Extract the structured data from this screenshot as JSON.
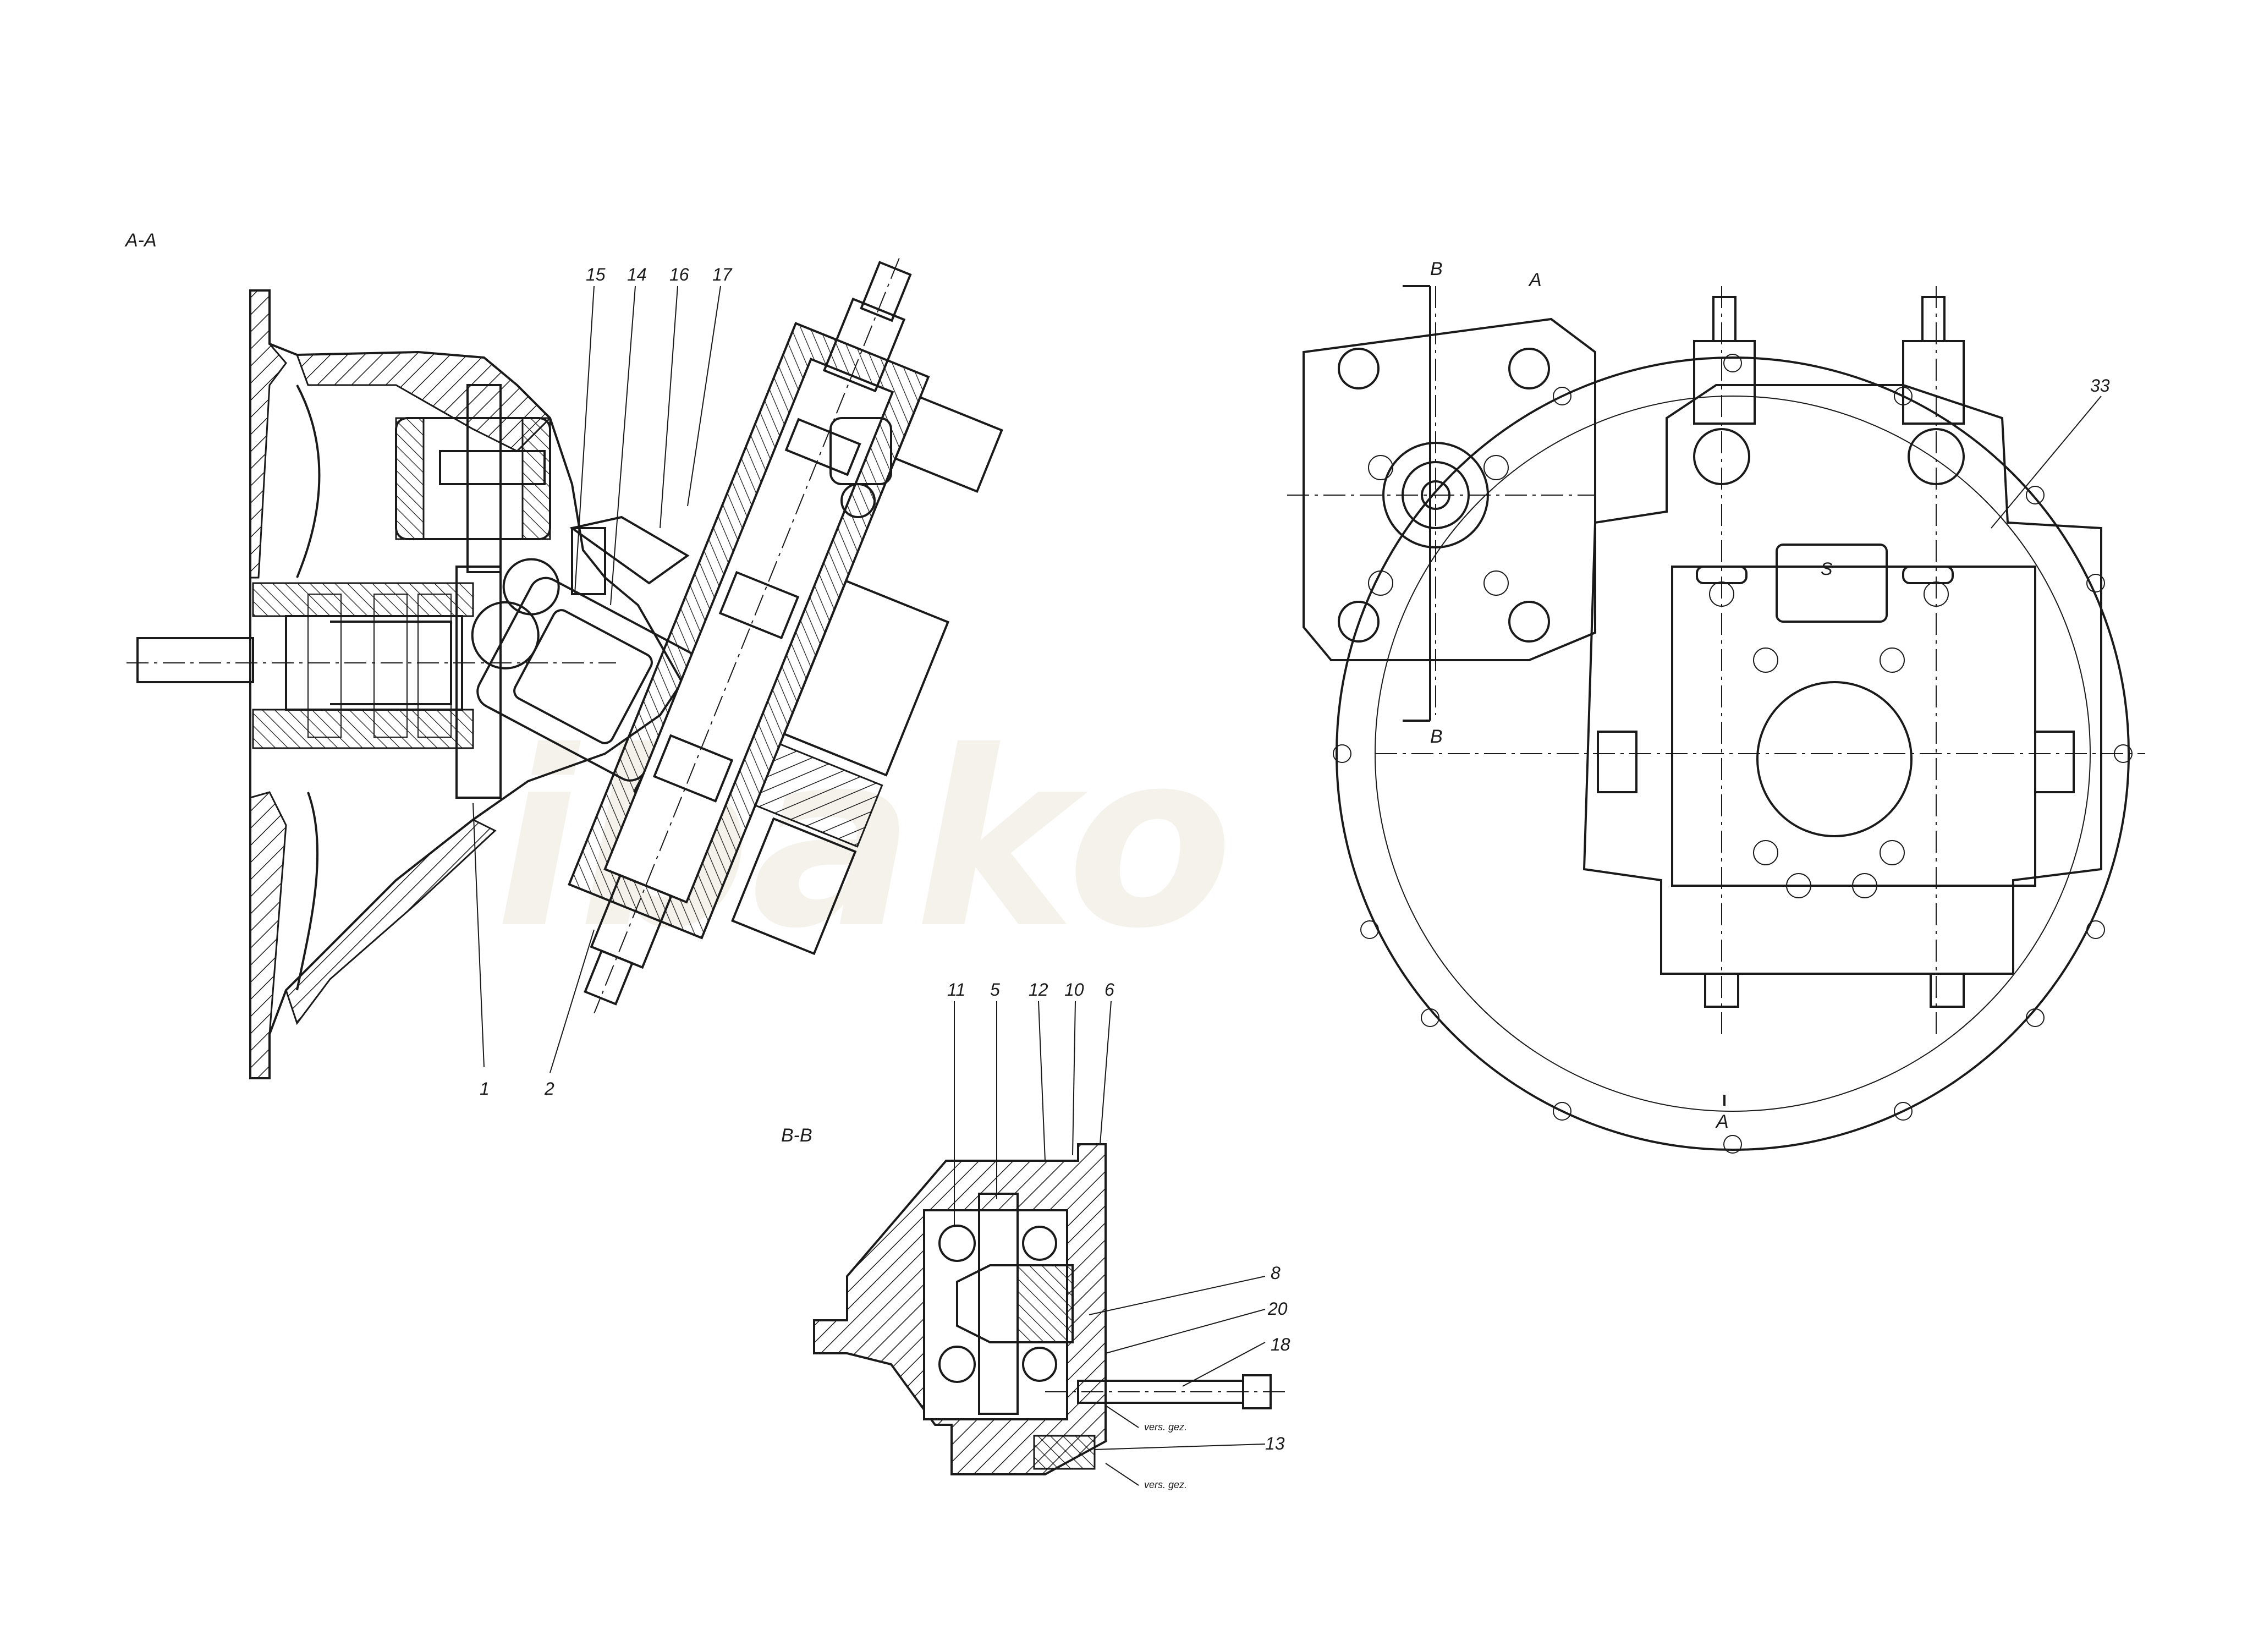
{
  "watermark": "ibako",
  "sections": {
    "aa": "A-A",
    "bb": "B-B"
  },
  "view_aa": {
    "callouts": [
      "15",
      "14",
      "16",
      "17",
      "1",
      "2"
    ]
  },
  "view_bb": {
    "callouts_top": [
      "11",
      "5",
      "12",
      "10",
      "6"
    ],
    "callouts_right": [
      "8",
      "20",
      "18",
      "13"
    ],
    "notes": [
      "vers. gez.",
      "vers. gez."
    ]
  },
  "view_front": {
    "cut_marks": [
      "B",
      "A",
      "B",
      "A"
    ],
    "callouts": [
      "33"
    ],
    "port_label": "S"
  }
}
